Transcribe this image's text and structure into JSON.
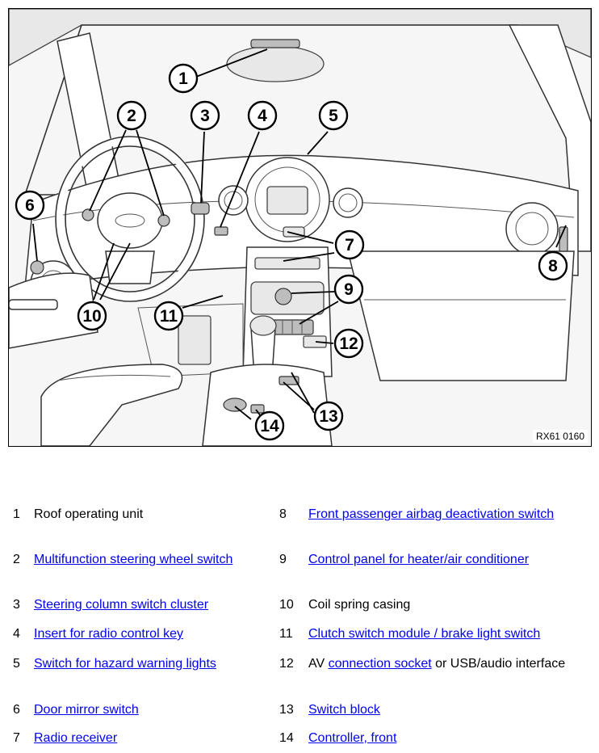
{
  "figure": {
    "reference_code": "RX61 0160"
  },
  "callouts": [
    "1",
    "2",
    "3",
    "4",
    "5",
    "6",
    "7",
    "8",
    "9",
    "10",
    "11",
    "12",
    "13",
    "14"
  ],
  "legend": [
    {
      "num": "1",
      "parts": [
        {
          "text": "Roof operating unit",
          "link": false
        }
      ]
    },
    {
      "num": "2",
      "parts": [
        {
          "text": "Multifunction steering wheel switch",
          "link": true
        }
      ]
    },
    {
      "num": "3",
      "parts": [
        {
          "text": "Steering column switch cluster",
          "link": true
        }
      ]
    },
    {
      "num": "4",
      "parts": [
        {
          "text": "Insert for radio control key",
          "link": true
        }
      ]
    },
    {
      "num": "5",
      "parts": [
        {
          "text": "Switch for hazard warning lights",
          "link": true
        }
      ]
    },
    {
      "num": "6",
      "parts": [
        {
          "text": "Door mirror switch",
          "link": true
        }
      ]
    },
    {
      "num": "7",
      "parts": [
        {
          "text": "Radio receiver",
          "link": true
        }
      ]
    },
    {
      "num": "8",
      "parts": [
        {
          "text": "Front passenger airbag deactivation switch",
          "link": true
        }
      ]
    },
    {
      "num": "9",
      "parts": [
        {
          "text": "Control panel for heater/air conditioner",
          "link": true
        }
      ]
    },
    {
      "num": "10",
      "parts": [
        {
          "text": "Coil spring casing",
          "link": false
        }
      ]
    },
    {
      "num": "11",
      "parts": [
        {
          "text": "Clutch switch module / brake light switch",
          "link": true
        }
      ]
    },
    {
      "num": "12",
      "parts": [
        {
          "text": "AV ",
          "link": false
        },
        {
          "text": "connection socket",
          "link": true
        },
        {
          "text": " or USB/audio interface",
          "link": false
        }
      ]
    },
    {
      "num": "13",
      "parts": [
        {
          "text": "Switch block",
          "link": true
        }
      ]
    },
    {
      "num": "14",
      "parts": [
        {
          "text": "Controller, front",
          "link": true
        }
      ]
    }
  ]
}
